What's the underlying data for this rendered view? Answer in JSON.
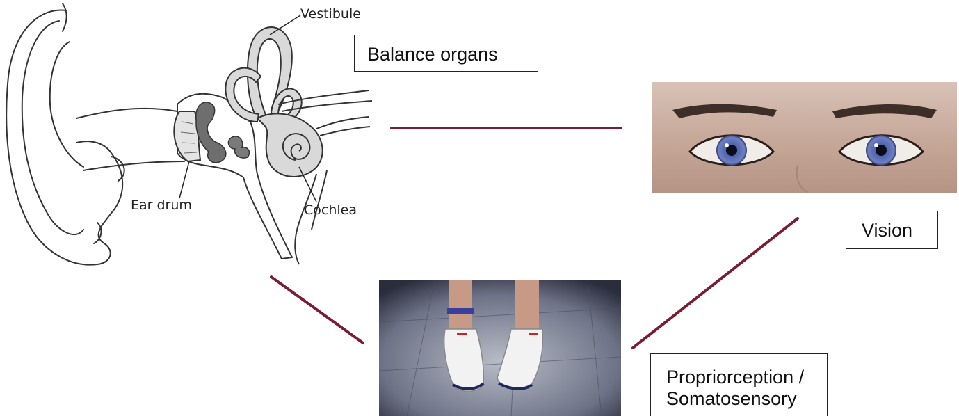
{
  "ear_diagram": {
    "labels": {
      "vestibule": "Vestibule",
      "ear_drum": "Ear drum",
      "cochlea": "Cochlea"
    }
  },
  "boxes": {
    "balance": "Balance organs",
    "vision": "Vision",
    "proprioception_line1": "Propriorception /",
    "proprioception_line2": "Somatosensory"
  },
  "colors": {
    "connector": "#7a1c33",
    "box_border": "#222222"
  },
  "images": {
    "eyes": "eyes-photo",
    "feet": "sneakers-photo"
  }
}
